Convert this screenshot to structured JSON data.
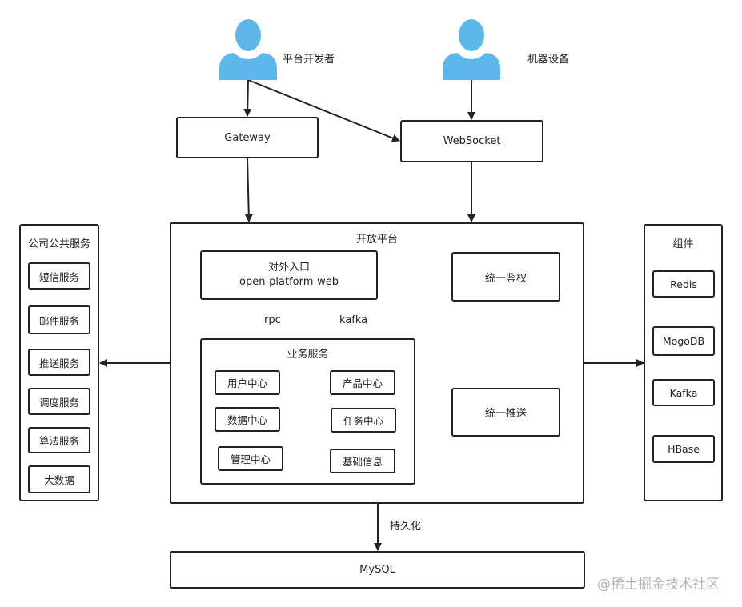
{
  "actors": {
    "developer": "平台开发者",
    "device": "机器设备"
  },
  "top_nodes": {
    "gateway": "Gateway",
    "websocket": "WebSocket"
  },
  "open_platform": {
    "title": "开放平台",
    "entry": {
      "line1": "对外入口",
      "line2": "open-platform-web"
    },
    "auth": "统一鉴权",
    "push": "统一推送",
    "edge_labels": {
      "rpc": "rpc",
      "kafka": "kafka"
    },
    "business": {
      "title": "业务服务",
      "modules": {
        "user_center": "用户中心",
        "product_center": "产品中心",
        "data_center": "数据中心",
        "task_center": "任务中心",
        "manage_center": "管理中心",
        "basic_info": "基础信息"
      }
    }
  },
  "public_services": {
    "title": "公司公共服务",
    "items": [
      "短信服务",
      "邮件服务",
      "推送服务",
      "调度服务",
      "算法服务",
      "大数据"
    ]
  },
  "components": {
    "title": "组件",
    "items": [
      "Redis",
      "MogoDB",
      "Kafka",
      "HBase"
    ]
  },
  "persistence": {
    "edge_label": "持久化",
    "database": "MySQL"
  },
  "watermark": "@稀土掘金技术社区",
  "colors": {
    "person": "#5bb8e8",
    "stroke": "#222222",
    "watermark": "#b5b5b5"
  }
}
